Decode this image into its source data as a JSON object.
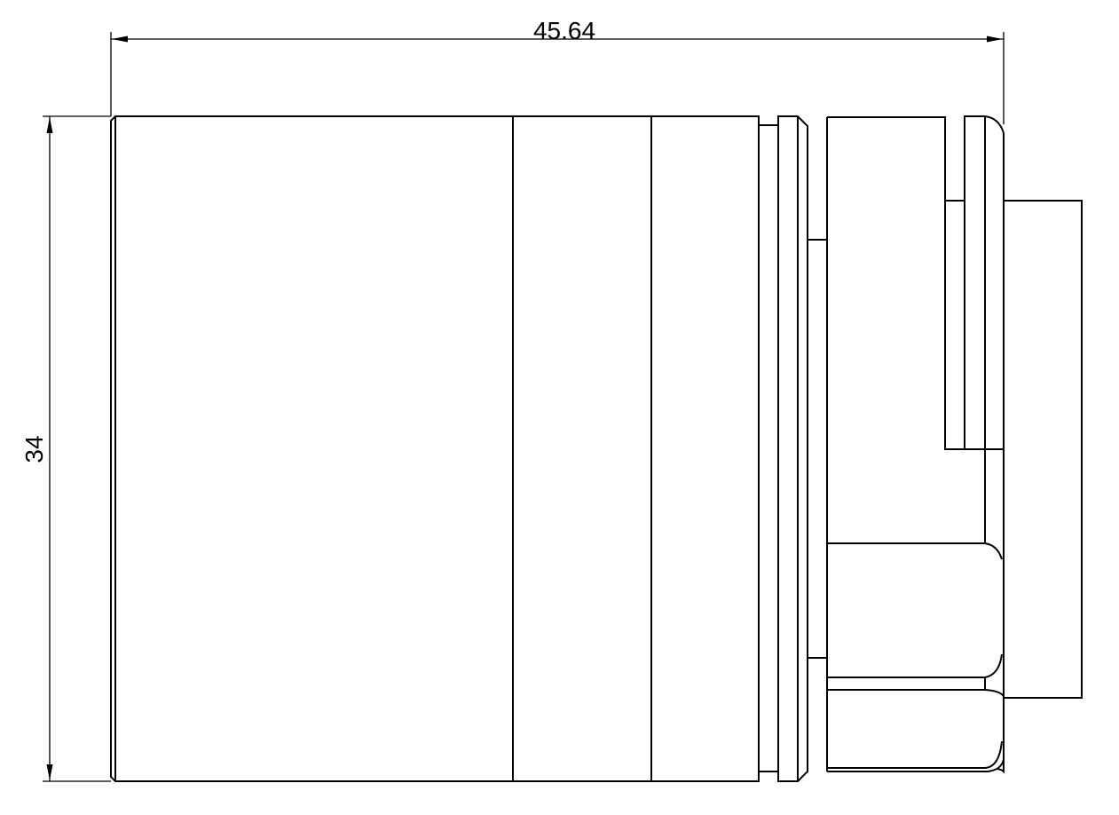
{
  "drawing": {
    "type": "technical-side-view",
    "dimensions": {
      "width": {
        "label": "45.64",
        "orientation": "horizontal"
      },
      "height": {
        "label": "34",
        "orientation": "vertical"
      }
    },
    "colors": {
      "line": "#000000",
      "background": "#ffffff"
    }
  }
}
